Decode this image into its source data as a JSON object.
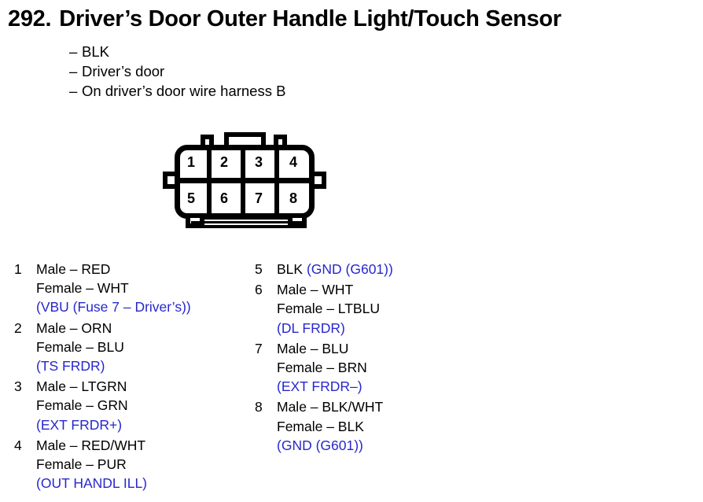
{
  "title": {
    "number": "292.",
    "text": "Driver’s Door Outer Handle Light/Touch Sensor"
  },
  "subtitle_items": [
    "BLK",
    "Driver’s door",
    "On driver’s door wire harness B"
  ],
  "connector": {
    "pins": [
      "1",
      "2",
      "3",
      "4",
      "5",
      "6",
      "7",
      "8"
    ]
  },
  "colors": {
    "signal_blue": "#2727cc",
    "text_black": "#000000",
    "background": "#ffffff"
  },
  "pin_list_left": [
    {
      "number": "1",
      "male": "Male – RED",
      "female": "Female – WHT",
      "signal": "(VBU (Fuse 7 – Driver’s))"
    },
    {
      "number": "2",
      "male": "Male – ORN",
      "female": "Female – BLU",
      "signal": "(TS FRDR)"
    },
    {
      "number": "3",
      "male": "Male – LTGRN",
      "female": "Female – GRN",
      "signal": "(EXT FRDR+)"
    },
    {
      "number": "4",
      "male": "Male – RED/WHT",
      "female": "Female – PUR",
      "signal": "(OUT HANDL ILL)"
    }
  ],
  "pin_list_right": [
    {
      "number": "5",
      "male": "BLK",
      "female": "",
      "signal": "(GND (G601))",
      "inline": true
    },
    {
      "number": "6",
      "male": "Male – WHT",
      "female": "Female – LTBLU",
      "signal": "(DL FRDR)"
    },
    {
      "number": "7",
      "male": "Male – BLU",
      "female": "Female – BRN",
      "signal": "(EXT FRDR–)"
    },
    {
      "number": "8",
      "male": "Male – BLK/WHT",
      "female": "Female – BLK",
      "signal": "(GND (G601))"
    }
  ]
}
